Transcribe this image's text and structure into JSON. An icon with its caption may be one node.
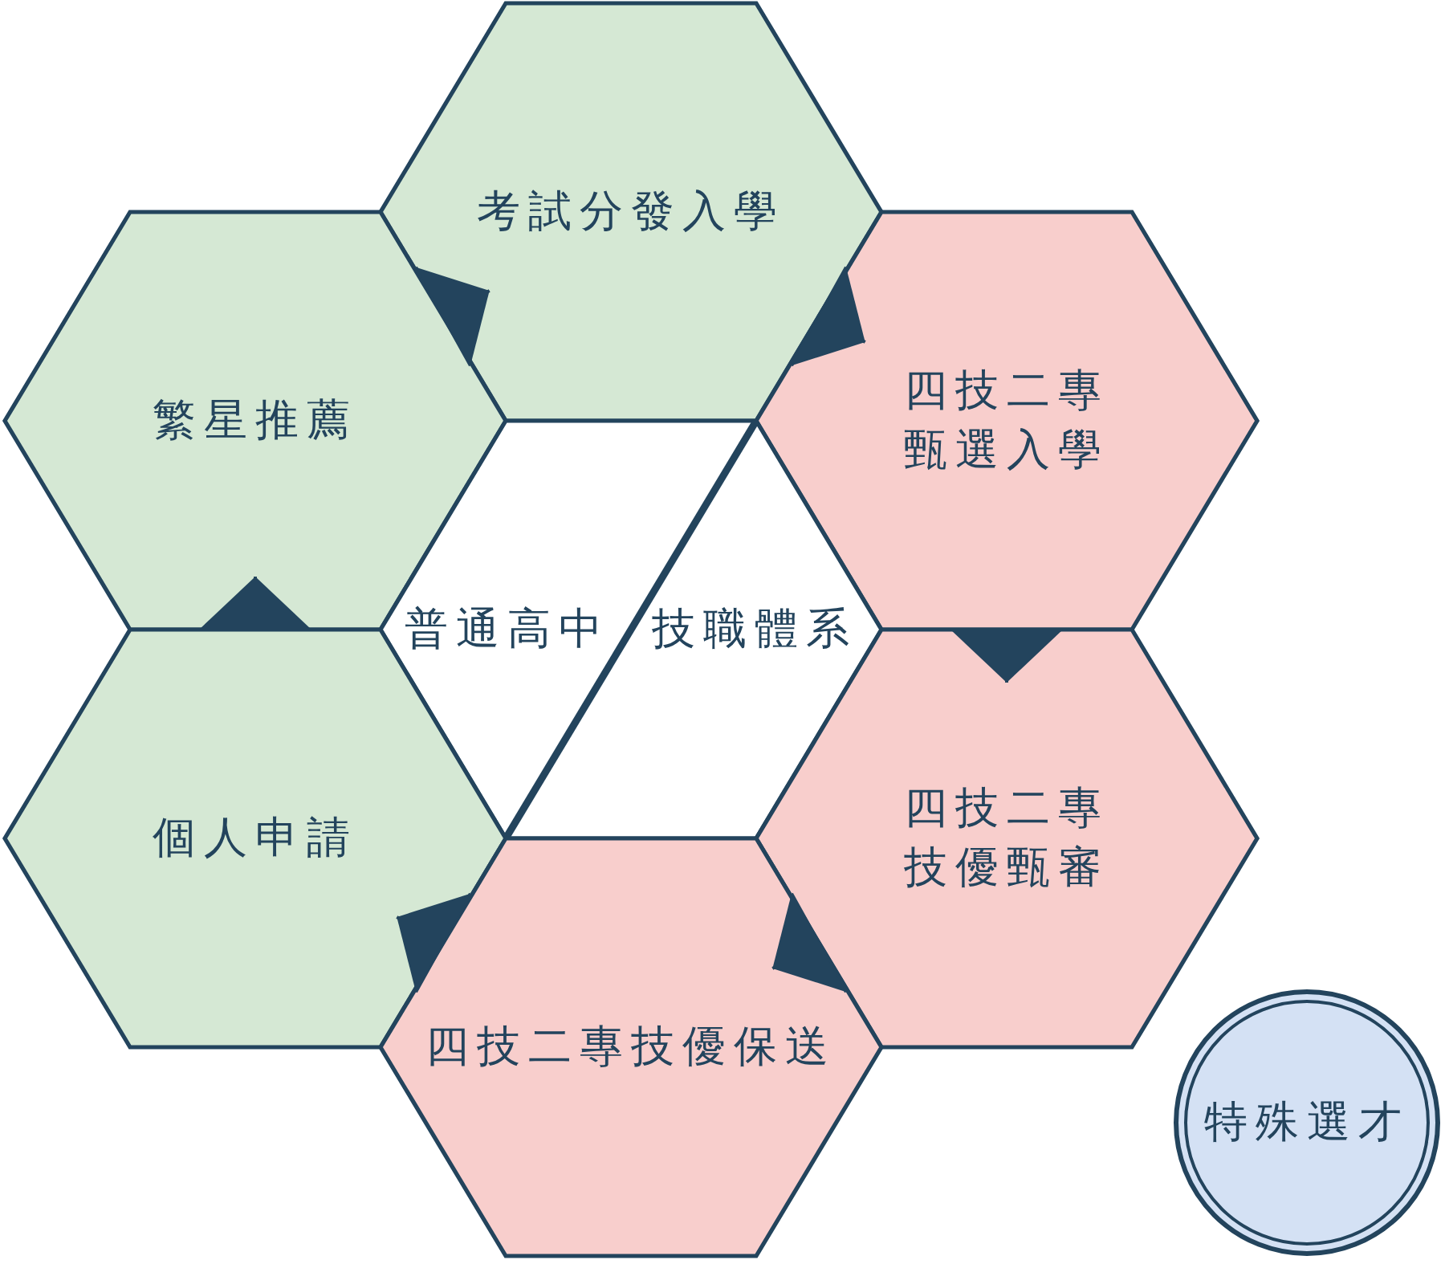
{
  "diagram": {
    "nodes": [
      {
        "text": [
          "考試分發入學"
        ]
      },
      {
        "text": [
          "繁星推薦"
        ]
      },
      {
        "text": [
          "四技二專甄選入學"
        ]
      },
      {
        "text": [
          "普通高中",
          "技職體系"
        ]
      },
      {
        "text": [
          "個人申請"
        ]
      },
      {
        "text": [
          "四技二專技優甄審"
        ]
      },
      {
        "text": [
          "四技二專技優保送"
        ]
      },
      {
        "text": [
          "特殊選才"
        ]
      }
    ],
    "edges": [
      {
        "from": 1,
        "to": 0,
        "arrow": "to"
      },
      {
        "from": 0,
        "to": 2,
        "arrow": "to"
      },
      {
        "from": 2,
        "to": 5,
        "arrow": "to"
      },
      {
        "from": 5,
        "to": 6,
        "arrow": "to"
      },
      {
        "from": 6,
        "to": 4,
        "arrow": "to"
      },
      {
        "from": 4,
        "to": 1,
        "arrow": "to"
      }
    ]
  }
}
